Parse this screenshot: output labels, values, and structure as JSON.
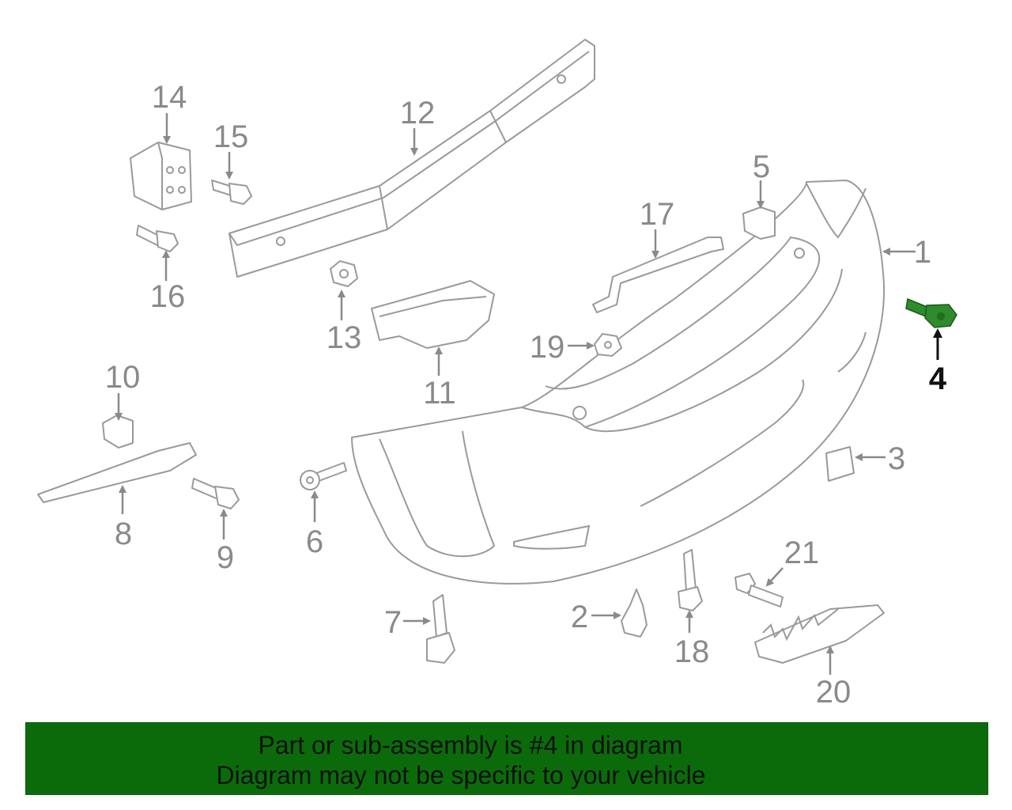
{
  "diagram": {
    "callouts": [
      {
        "id": "1",
        "label": "1"
      },
      {
        "id": "2",
        "label": "2"
      },
      {
        "id": "3",
        "label": "3"
      },
      {
        "id": "4",
        "label": "4"
      },
      {
        "id": "5",
        "label": "5"
      },
      {
        "id": "6",
        "label": "6"
      },
      {
        "id": "7",
        "label": "7"
      },
      {
        "id": "8",
        "label": "8"
      },
      {
        "id": "9",
        "label": "9"
      },
      {
        "id": "10",
        "label": "10"
      },
      {
        "id": "11",
        "label": "11"
      },
      {
        "id": "12",
        "label": "12"
      },
      {
        "id": "13",
        "label": "13"
      },
      {
        "id": "14",
        "label": "14"
      },
      {
        "id": "15",
        "label": "15"
      },
      {
        "id": "16",
        "label": "16"
      },
      {
        "id": "17",
        "label": "17"
      },
      {
        "id": "18",
        "label": "18"
      },
      {
        "id": "19",
        "label": "19"
      },
      {
        "id": "20",
        "label": "20"
      },
      {
        "id": "21",
        "label": "21"
      }
    ],
    "highlighted_part": "4",
    "highlight_color": "#2e8b2e"
  },
  "banner": {
    "line1": "Part or sub-assembly is #4 in diagram",
    "line2": "Diagram may not be specific to your vehicle",
    "background": "#0b6b0b"
  }
}
